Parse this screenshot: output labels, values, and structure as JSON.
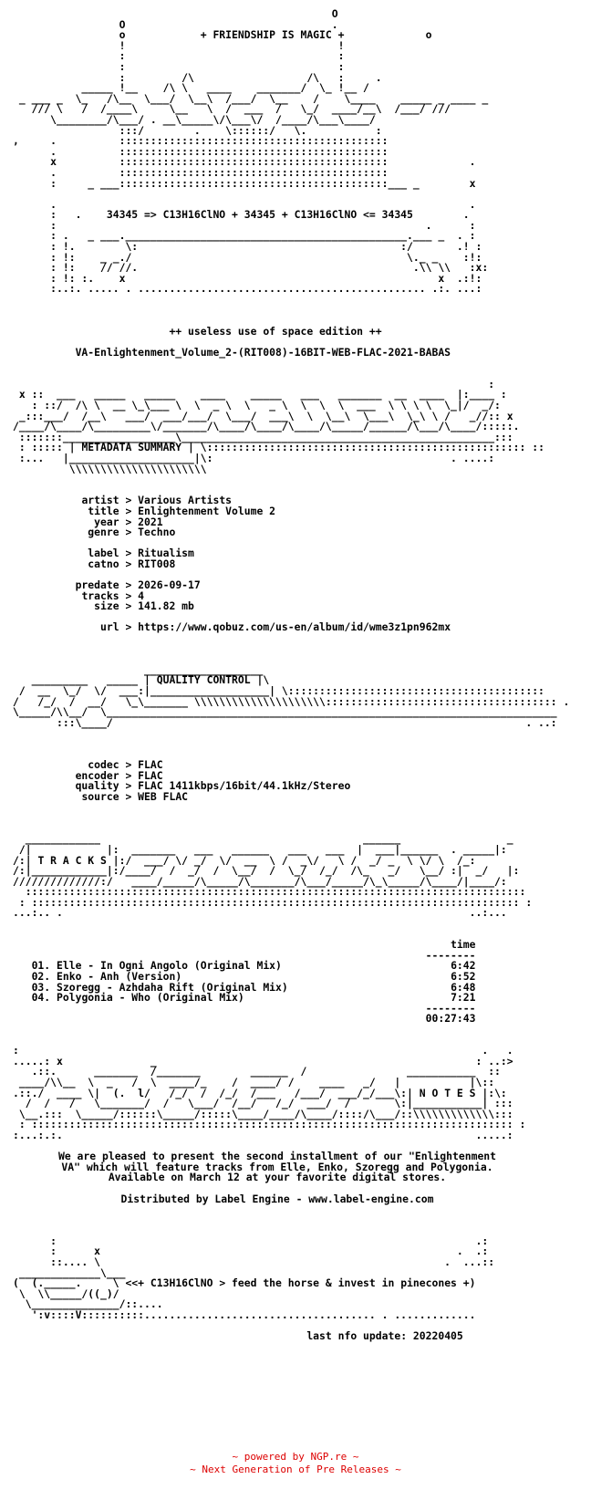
{
  "nfo_lines": [
    "                                                   O",
    "                 O                                 .",
    "                 o            + FRIENDSHIP IS MAGIC +             o",
    "                 !                                  !",
    "                 :                                  :",
    "                 :                                  :",
    "                 :         /\\                  /\\   :     .",
    "           _____ !__    /\\ \\   ____    _______/  \\_ !__ /",
    " _ ___ _  \\_   /\\__  \\___/  \\__\\  /___/  \\__    /    \\____    _____ _ ____ _",
    "   /// \\   /  /____\\     \\__   \\  /  ___  /   \\_/  ____/__\\  /___/ /// ",
    "      \\________/\\___/ . __\\_____\\/\\___\\/  /____/\\___\\____/",
    "                 :::/        .    \\::::::/   \\.           :",
    ",     .          :::::::::::::::::::::::::::::::::::::::::::",
    "      .          :::::::::::::::::::::::::::::::::::::::::::",
    "      x          :::::::::::::::::::::::::::::::::::::::::::             .",
    "      .          :::::::::::::::::::::::::::::::::::::::::::",
    "      :     _ ___:::::::::::::::::::::::::::::::::::::::::::___ _        x",
    "",
    "      .                                                                  .",
    "      :   .    34345 => C13H16ClNO + 34345 + C13H16ClNO <= 34345        .",
    "      :                                                           .      :",
    "      : .   _ ___._____________________________________________.___ _  . :",
    "      : !.        \\:                                          :/       .! :",
    "      : !:    _ _./                                            \\._ _    :!:",
    "      : !:    // //.                                            .\\\\ \\\\   :x:",
    "      : !: :.    x                                                  x  .:!:",
    "      :..:. ..... . .............................................. .:. ...:"
  ],
  "edition": "++ useless use of space edition ++",
  "release": "VA-Enlightenment_Volume_2-(RIT008)-16BIT-WEB-FLAC-2021-BABAS",
  "metadata_header": "METADATA SUMMARY",
  "metadata": [
    {
      "key": "artist",
      "value": "Various Artists"
    },
    {
      "key": "title",
      "value": "Enlightenment Volume 2"
    },
    {
      "key": "year",
      "value": "2021"
    },
    {
      "key": "genre",
      "value": "Techno"
    },
    {
      "key": "",
      "value": ""
    },
    {
      "key": "label",
      "value": "Ritualism"
    },
    {
      "key": "catno",
      "value": "RIT008"
    },
    {
      "key": "",
      "value": ""
    },
    {
      "key": "predate",
      "value": "2026-09-17"
    },
    {
      "key": "tracks",
      "value": "4"
    },
    {
      "key": "size",
      "value": "141.82 mb"
    },
    {
      "key": "",
      "value": ""
    },
    {
      "key": "url",
      "value": "https://www.qobuz.com/us-en/album/id/wme3z1pn962mx"
    }
  ],
  "qc_header": "QUALITY CONTROL",
  "quality": [
    {
      "key": "codec",
      "value": "FLAC"
    },
    {
      "key": "encoder",
      "value": "FLAC"
    },
    {
      "key": "quality",
      "value": "FLAC 1411kbps/16bit/44.1kHz/Stereo"
    },
    {
      "key": "source",
      "value": "WEB FLAC"
    }
  ],
  "tracks_header": "T R A C K S",
  "time_header": "time",
  "tracks": [
    {
      "no": "01.",
      "title": "Elle - In Ogni Angolo (Original Mix)",
      "time": "6:42"
    },
    {
      "no": "02.",
      "title": "Enko - Anh (Version)",
      "time": "6:52"
    },
    {
      "no": "03.",
      "title": "Szoregg - Azhdaha Rift (Original Mix)",
      "time": "6:48"
    },
    {
      "no": "04.",
      "title": "Polygonia - Who (Original Mix)",
      "time": "7:21"
    }
  ],
  "total_time": "00:27:43",
  "notes_header": "N O T E S",
  "notes": [
    "We are pleased to present the second installment of our \"Enlightenment",
    "VA\" which will feature tracks from Elle, Enko, Szoregg and Polygonia.",
    "Available on March 12 at your favorite digital stores."
  ],
  "distributor": "Distributed by Label Engine - www.label-engine.com",
  "tagline": "<<+ C13H16ClNO > feed the horse & invest in pinecones +)",
  "last_update": "last nfo update: 20220405",
  "footer": [
    "~ powered by NGP.re ~",
    "~ Next Generation of Pre Releases ~"
  ]
}
